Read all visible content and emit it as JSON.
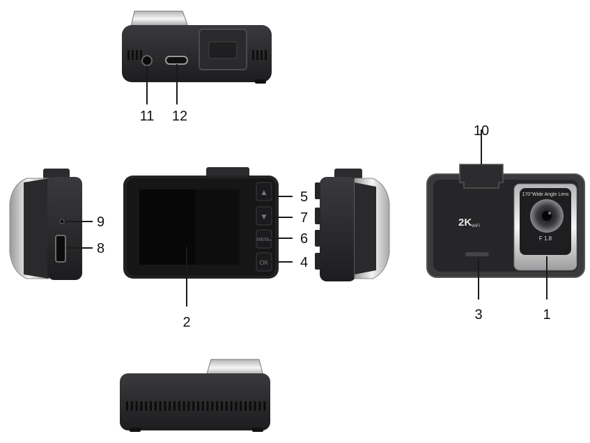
{
  "callouts": [
    "1",
    "2",
    "3",
    "4",
    "5",
    "6",
    "7",
    "8",
    "9",
    "10",
    "11",
    "12"
  ],
  "buttons": {
    "up": "▲",
    "down": "▼",
    "menu": "MENU",
    "ok": "OK"
  },
  "lens": {
    "top_text": "170°Wide Angle Lens",
    "aperture": "F 1.8"
  },
  "badge": {
    "resolution": "2K",
    "sub": "WiFi"
  },
  "colors": {
    "body": "#2b2b2d",
    "body_dark": "#1c1c1e",
    "screen": "#0d0d0d",
    "metal": "#c9c9cb",
    "lead": "#1a1a1a"
  }
}
